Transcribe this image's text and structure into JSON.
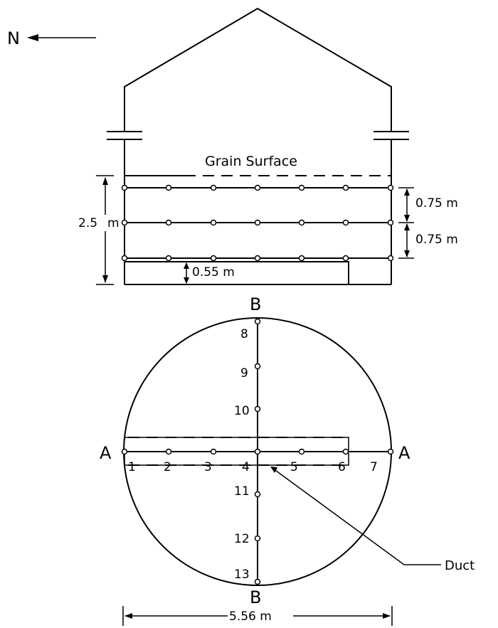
{
  "compass": {
    "label": "N"
  },
  "section": {
    "grain_surface": "Grain Surface",
    "height_label": "2.5",
    "height_unit": "m",
    "spacing_upper": "0.75 m",
    "spacing_lower": "0.75 m",
    "duct_height": "0.55 m"
  },
  "plan": {
    "axis_a_left": "A",
    "axis_a_right": "A",
    "axis_b_top": "B",
    "axis_b_bottom": "B",
    "points_a": [
      "1",
      "2",
      "3",
      "4",
      "5",
      "6",
      "7"
    ],
    "points_b": [
      "8",
      "9",
      "10",
      "11",
      "12",
      "13"
    ],
    "duct_label": "Duct",
    "diameter_label": "5.56 m"
  }
}
